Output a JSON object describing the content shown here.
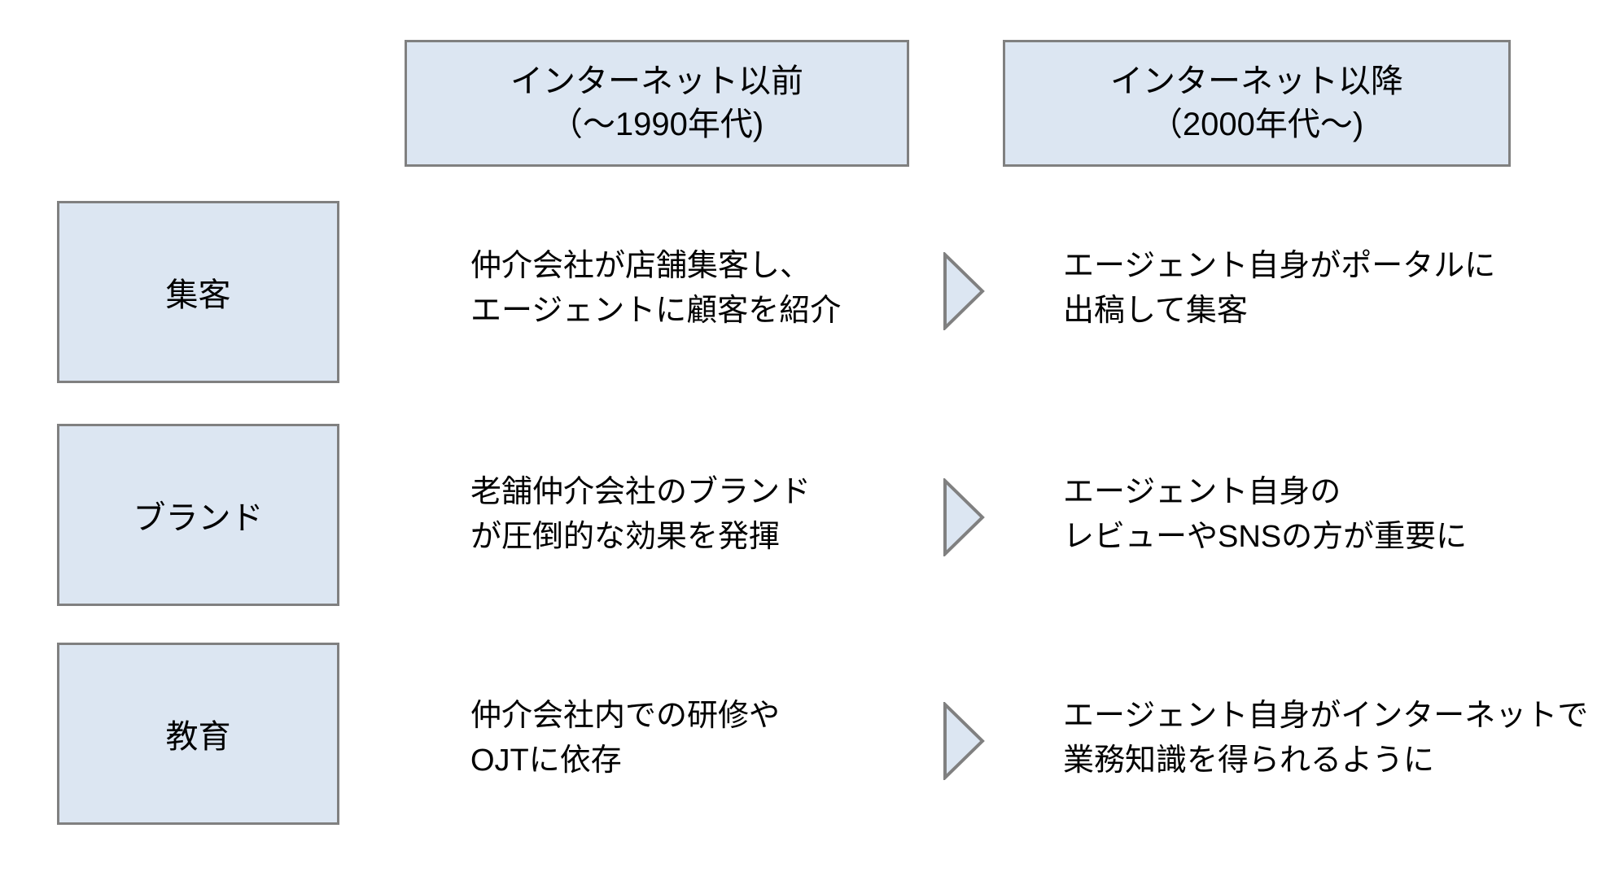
{
  "slide": {
    "background_color": "#ffffff",
    "box_fill_color": "#dce6f2",
    "box_border_color": "#808080",
    "text_color": "#000000"
  },
  "headers": {
    "before": {
      "line1": "インターネット以前",
      "line2": "（〜1990年代)"
    },
    "after": {
      "line1": "インターネット以降",
      "line2": "（2000年代〜)"
    }
  },
  "rows": [
    {
      "category": "集客",
      "before": {
        "line1": "仲介会社が店舗集客し、",
        "line2": "エージェントに顧客を紹介"
      },
      "arrow": "right-arrow-icon",
      "after": {
        "line1": "エージェント自身がポータルに",
        "line2": "出稿して集客"
      }
    },
    {
      "category": "ブランド",
      "before": {
        "line1": "老舗仲介会社のブランド",
        "line2": "が圧倒的な効果を発揮"
      },
      "arrow": "right-arrow-icon",
      "after": {
        "line1": "エージェント自身の",
        "line2": "レビューやSNSの方が重要に"
      }
    },
    {
      "category": "教育",
      "before": {
        "line1": "仲介会社内での研修や",
        "line2": "OJTに依存"
      },
      "arrow": "right-arrow-icon",
      "after": {
        "line1": "エージェント自身がインターネットで",
        "line2": "業務知識を得られるように"
      }
    }
  ]
}
